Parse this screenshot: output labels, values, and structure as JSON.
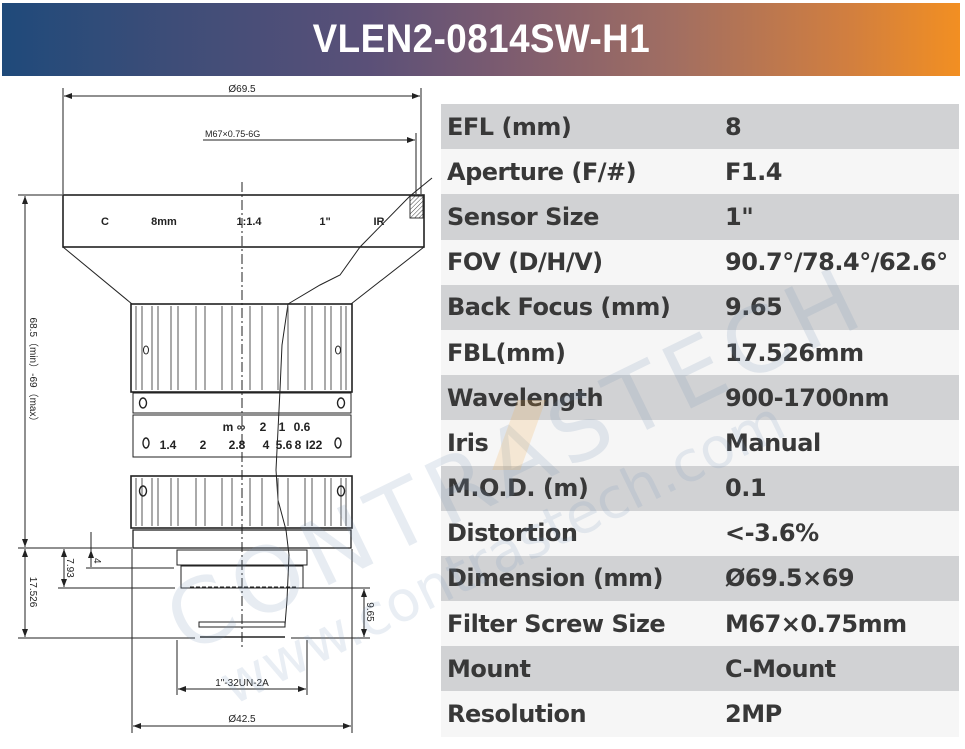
{
  "header": {
    "title": "VLEN2-0814SW-H1",
    "gradient_start": "#1f4a7a",
    "gradient_end": "#f28f22"
  },
  "drawing": {
    "dim_overall_diameter": "Ø69.5",
    "dim_filter_thread": "M67×0.75-6G",
    "front_ring_markings": [
      "C",
      "8mm",
      "1:1.4",
      "1\"",
      "IR"
    ],
    "dim_length": "68.5（min）-69（max）",
    "focus_scale_label": "m",
    "focus_scale": [
      "∞",
      "2",
      "1",
      "0.6"
    ],
    "iris_scale": [
      "1.4",
      "2",
      "2.8",
      "4",
      "5.6",
      "8",
      "I22"
    ],
    "dim_mount_4": "4",
    "dim_7_93": "7.93",
    "dim_flange": "17.526",
    "dim_back_focus": "9.65",
    "dim_mount_thread": "1\"-32UN-2A",
    "dim_body_diameter": "Ø42.5"
  },
  "specs": {
    "rows": [
      {
        "label": "EFL (mm)",
        "value": "8"
      },
      {
        "label": "Aperture (F/#)",
        "value": "F1.4"
      },
      {
        "label": "Sensor Size",
        "value": "1\""
      },
      {
        "label": "FOV (D/H/V)",
        "value": "90.7°/78.4°/62.6°"
      },
      {
        "label": "Back Focus (mm)",
        "value": "9.65"
      },
      {
        "label": "FBL(mm)",
        "value": "17.526mm"
      },
      {
        "label": "Wavelength",
        "value": "900-1700nm"
      },
      {
        "label": "Iris",
        "value": "Manual"
      },
      {
        "label": "M.O.D. (m)",
        "value": "0.1"
      },
      {
        "label": "Distortion",
        "value": "<-3.6%"
      },
      {
        "label": "Dimension (mm)",
        "value": "Ø69.5×69"
      },
      {
        "label": "Filter Screw Size",
        "value": "M67×0.75mm"
      },
      {
        "label": "Mount",
        "value": "C-Mount"
      },
      {
        "label": "Resolution",
        "value": "2MP"
      }
    ]
  },
  "watermark": {
    "brand": "CONTRASTECH",
    "url": "www.contrastech.com"
  }
}
